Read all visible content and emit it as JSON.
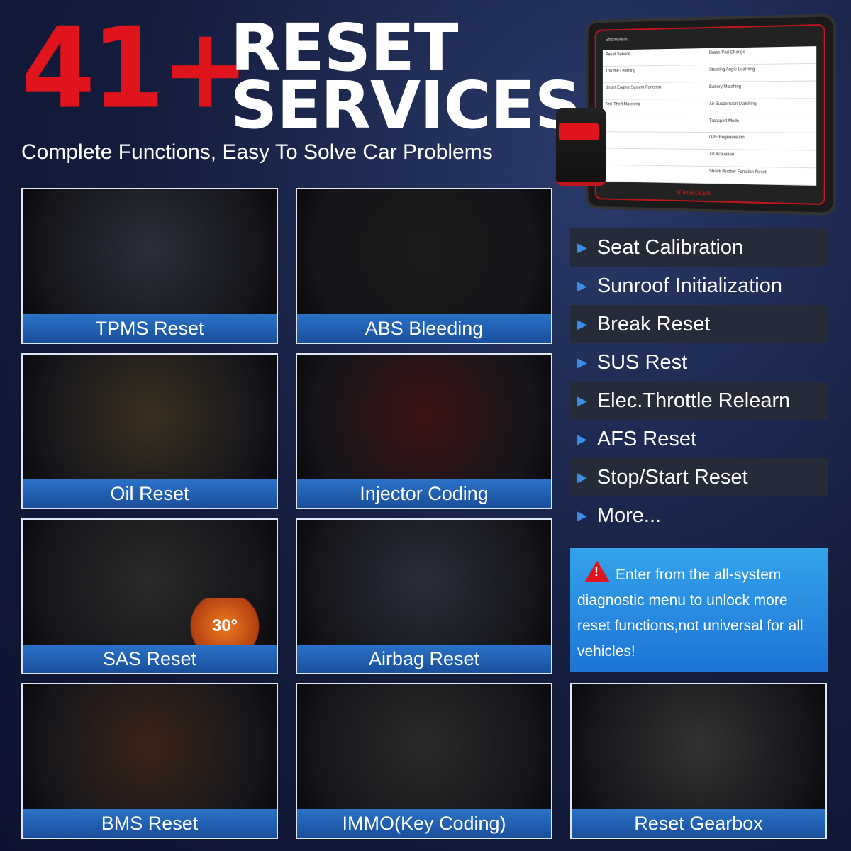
{
  "header": {
    "number": "41+",
    "title_line1": "RESET",
    "title_line2": "SERVICES",
    "subtitle": "Complete Functions, Easy To Solve Car Problems"
  },
  "tablet": {
    "menu_title": "ShowMenu",
    "brand": "KINGBOLEN",
    "items": [
      "Reset Service",
      "Brake Pad Change",
      "Throttle Learning",
      "Steering Angle Learning",
      "Smart Engine System Function",
      "Battery Matching",
      "Anti-Theft Matching",
      "Air Suspension Matching",
      "",
      "Transport Mode",
      "",
      "DPF Regeneration",
      "",
      "Tilt Activation",
      "",
      "Shock Rubber Function Reset"
    ]
  },
  "tiles": [
    {
      "label": "TPMS Reset"
    },
    {
      "label": "ABS Bleeding"
    },
    {
      "label": "Oil Reset"
    },
    {
      "label": "Injector Coding"
    },
    {
      "label": "SAS Reset",
      "badge": "30°"
    },
    {
      "label": "Airbag Reset"
    },
    {
      "label": "BMS Reset"
    },
    {
      "label": "IMMO(Key Coding)"
    },
    {
      "label": "Reset Gearbox"
    }
  ],
  "features": [
    "Seat Calibration",
    "Sunroof Initialization",
    "Break Reset",
    "SUS Rest",
    "Elec.Throttle Relearn",
    "AFS Reset",
    "Stop/Start Reset",
    "More..."
  ],
  "notice": {
    "icon": "warning-icon",
    "text": "Enter from the all-system diagnostic menu to unlock more reset functions,not universal for all vehicles!"
  },
  "colors": {
    "accent_red": "#e0141c",
    "caption_blue": "#1a4f9c",
    "notice_blue": "#2a8ee0"
  }
}
